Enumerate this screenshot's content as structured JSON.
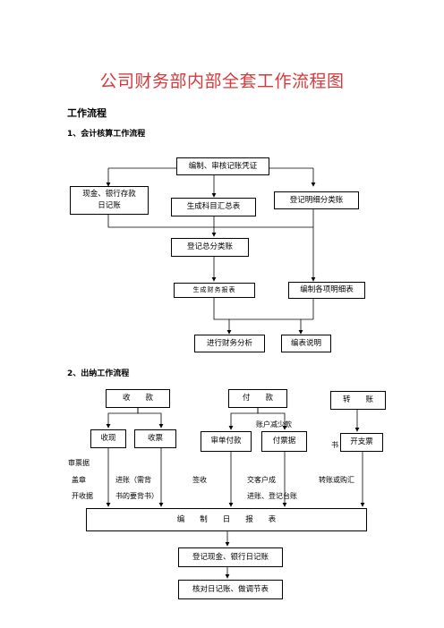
{
  "doc": {
    "title": "公司财务部内部全套工作流程图",
    "section_heading": "工作流程",
    "sub1": "1、会计核算工作流程",
    "sub2": "2、出纳工作流程"
  },
  "accounting_flow": {
    "top": "编制、审核记账凭证",
    "cash_bank": "现金、银行存款\n日记账",
    "summary": "生成科目汇总表",
    "detail": "登记明细分类账",
    "general": "登记总分类账",
    "report_gen": "生成财务报表",
    "detail_table": "编制各项明细表",
    "analysis": "进行财务分析",
    "notes": "编表说明"
  },
  "cashier_flow": {
    "receive": "收　　款",
    "pay": "付　　款",
    "transfer": "转　　账",
    "cash_receipt": "收现",
    "cheque_receive": "收票",
    "review_pay": "审单付款",
    "pay_ticket": "付票据",
    "open_cheque": "开支票",
    "daily_report": "编　　制　　日　　报　　表",
    "register_journals": "登记现金、银行日记账",
    "check_journals": "核对日记账、做调节表",
    "notes": {
      "a1": "审票据",
      "a2": "盖章",
      "a3": "开收据",
      "b1": "进账（需背",
      "b2": "书的要背书）",
      "c1": "签收",
      "d1": "账户减少款",
      "d2": "交客户成",
      "d3": "进账、登记台账",
      "e1": "转账或购汇",
      "e2": "书"
    }
  }
}
